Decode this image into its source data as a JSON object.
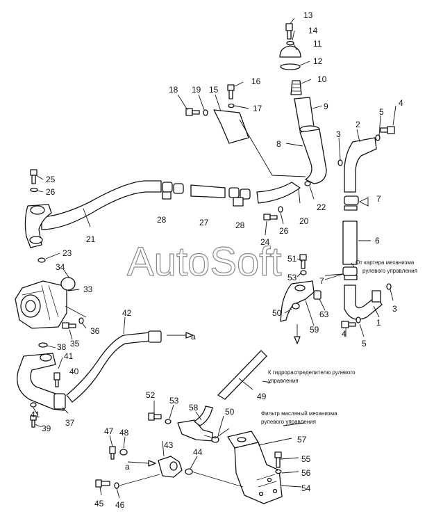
{
  "watermark": "AutoSoft",
  "notes": {
    "from_steering_case_1": "От картера механизма",
    "from_steering_case_2": "рулевого управления",
    "to_steering_valve_1": "К гидрораспределителю рулевого",
    "to_steering_valve_2": "управления",
    "steering_oil_filter_1": "Фильтр масляный механизма",
    "steering_oil_filter_2": "рулевого управления",
    "arrow_a_upper": "a",
    "arrow_a_lower": "a"
  },
  "callouts": [
    {
      "id": "c1",
      "text": "1"
    },
    {
      "id": "c2",
      "text": "2"
    },
    {
      "id": "c3a",
      "text": "3"
    },
    {
      "id": "c3b",
      "text": "3"
    },
    {
      "id": "c4a",
      "text": "4"
    },
    {
      "id": "c4b",
      "text": "4"
    },
    {
      "id": "c5a",
      "text": "5"
    },
    {
      "id": "c5b",
      "text": "5"
    },
    {
      "id": "c6",
      "text": "6"
    },
    {
      "id": "c7a",
      "text": "7"
    },
    {
      "id": "c7b",
      "text": "7"
    },
    {
      "id": "c8",
      "text": "8"
    },
    {
      "id": "c9",
      "text": "9"
    },
    {
      "id": "c10",
      "text": "10"
    },
    {
      "id": "c11",
      "text": "11"
    },
    {
      "id": "c12",
      "text": "12"
    },
    {
      "id": "c13",
      "text": "13"
    },
    {
      "id": "c14",
      "text": "14"
    },
    {
      "id": "c15",
      "text": "15"
    },
    {
      "id": "c16",
      "text": "16"
    },
    {
      "id": "c17",
      "text": "17"
    },
    {
      "id": "c18",
      "text": "18"
    },
    {
      "id": "c19",
      "text": "19"
    },
    {
      "id": "c20",
      "text": "20"
    },
    {
      "id": "c21",
      "text": "21"
    },
    {
      "id": "c22",
      "text": "22"
    },
    {
      "id": "c23",
      "text": "23"
    },
    {
      "id": "c24",
      "text": "24"
    },
    {
      "id": "c25",
      "text": "25"
    },
    {
      "id": "c26a",
      "text": "26"
    },
    {
      "id": "c26b",
      "text": "26"
    },
    {
      "id": "c27",
      "text": "27"
    },
    {
      "id": "c28a",
      "text": "28"
    },
    {
      "id": "c28b",
      "text": "28"
    },
    {
      "id": "c33",
      "text": "33"
    },
    {
      "id": "c34",
      "text": "34"
    },
    {
      "id": "c35",
      "text": "35"
    },
    {
      "id": "c36",
      "text": "36"
    },
    {
      "id": "c37",
      "text": "37"
    },
    {
      "id": "c38",
      "text": "38"
    },
    {
      "id": "c39",
      "text": "39"
    },
    {
      "id": "c40",
      "text": "40"
    },
    {
      "id": "c41a",
      "text": "41"
    },
    {
      "id": "c41b",
      "text": "41"
    },
    {
      "id": "c42",
      "text": "42"
    },
    {
      "id": "c43",
      "text": "43"
    },
    {
      "id": "c44",
      "text": "44"
    },
    {
      "id": "c45",
      "text": "45"
    },
    {
      "id": "c46",
      "text": "46"
    },
    {
      "id": "c47",
      "text": "47"
    },
    {
      "id": "c48",
      "text": "48"
    },
    {
      "id": "c49",
      "text": "49"
    },
    {
      "id": "c50a",
      "text": "50"
    },
    {
      "id": "c50b",
      "text": "50"
    },
    {
      "id": "c51",
      "text": "51"
    },
    {
      "id": "c52",
      "text": "52"
    },
    {
      "id": "c53a",
      "text": "53"
    },
    {
      "id": "c53b",
      "text": "53"
    },
    {
      "id": "c54",
      "text": "54"
    },
    {
      "id": "c55",
      "text": "55"
    },
    {
      "id": "c56",
      "text": "56"
    },
    {
      "id": "c57",
      "text": "57"
    },
    {
      "id": "c58",
      "text": "58"
    },
    {
      "id": "c59",
      "text": "59"
    },
    {
      "id": "c63",
      "text": "63"
    }
  ]
}
